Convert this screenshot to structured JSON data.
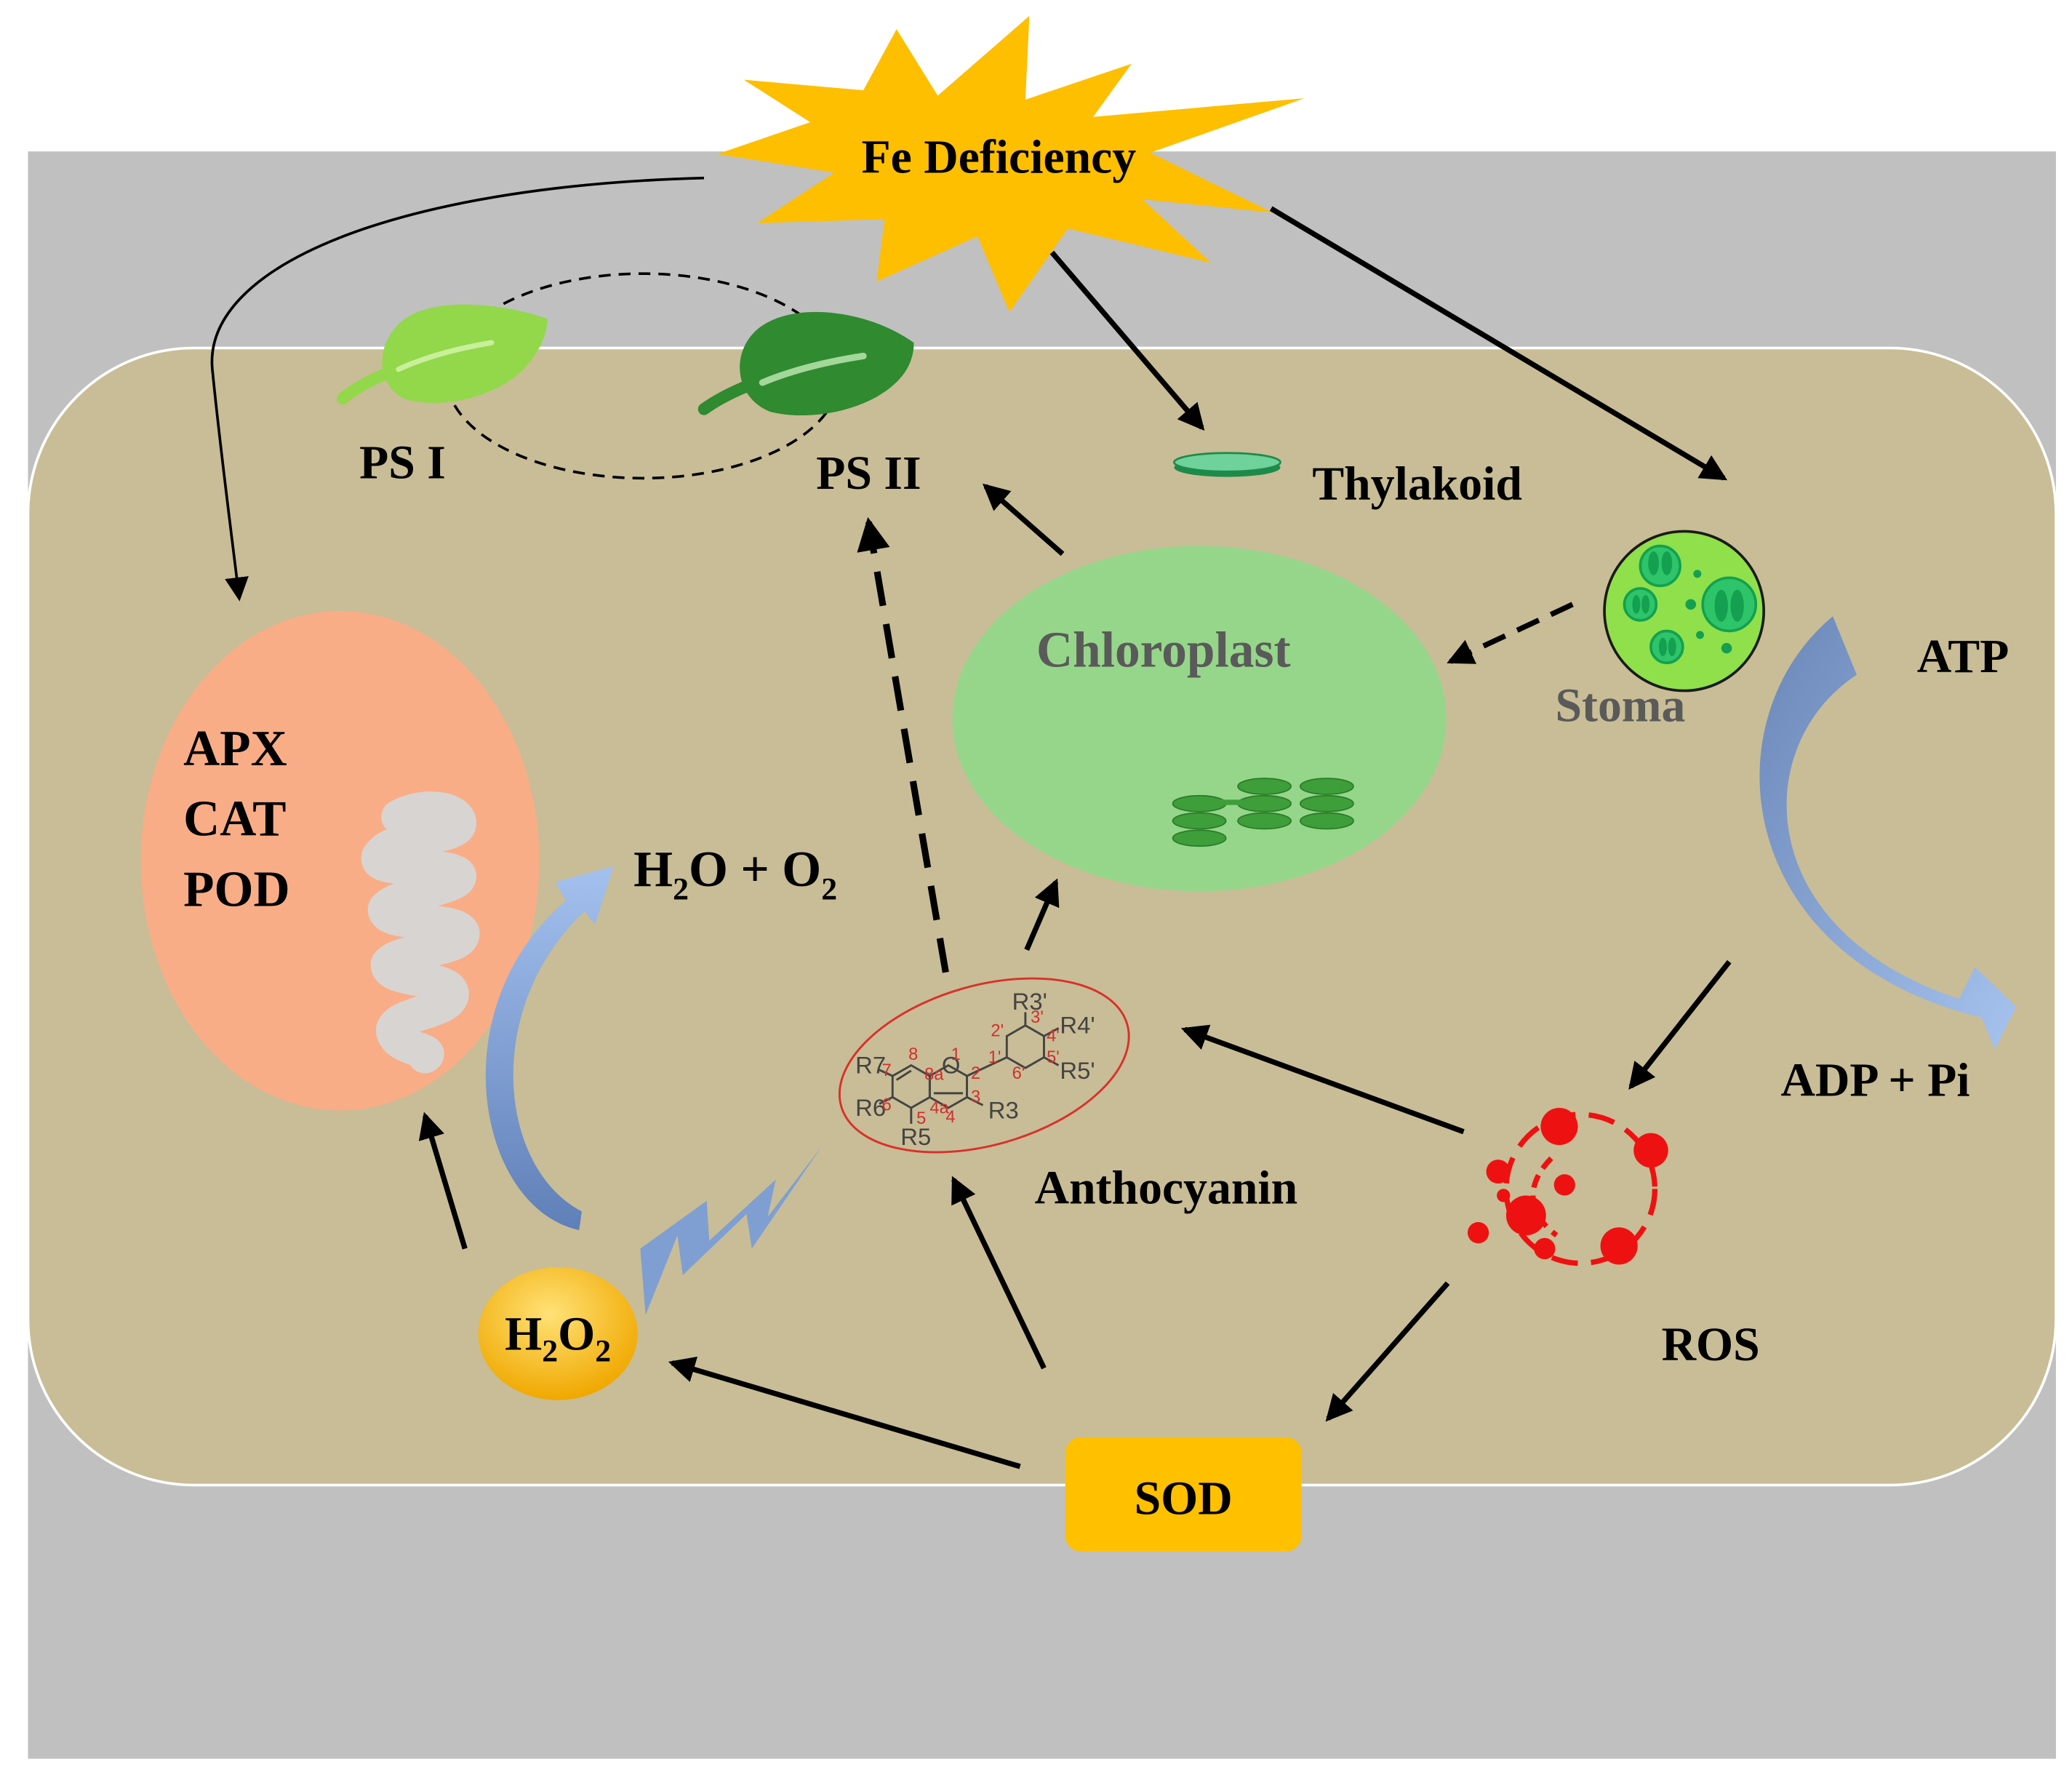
{
  "labels": {
    "fe_deficiency": "Fe Deficiency",
    "ps1": "PS I",
    "ps2": "PS II",
    "thylakoid": "Thylakoid",
    "chloroplast": "Chloroplast",
    "stoma": "Stoma",
    "atp": "ATP",
    "adp_pi": "ADP + Pi",
    "enzymes": [
      "APX",
      "CAT",
      "POD"
    ],
    "water_oxygen": {
      "h": "H",
      "sub1": "2",
      "mid": "O + O",
      "sub2": "2"
    },
    "hydrogen_peroxide": {
      "h": "H",
      "sub1": "2",
      "o": "O",
      "sub2": "2"
    },
    "anthocyanin": "Anthocyanin",
    "ros": "ROS",
    "sod": "SOD"
  },
  "molecule": {
    "r_groups": [
      "R3'",
      "R4'",
      "R5'",
      "R7",
      "R6",
      "R5",
      "R3"
    ],
    "atom_o": "O",
    "ring_numbers": [
      "1",
      "2",
      "3",
      "4",
      "4a",
      "5",
      "6",
      "7",
      "8",
      "8a",
      "1'",
      "2'",
      "3'",
      "4'",
      "5'",
      "6'"
    ]
  },
  "colors": {
    "background": "#c0c0c0",
    "cell": "#c8bd96",
    "sun": "#fdbf00",
    "chloroplast": "#96d68a",
    "mitochondrion": "#f9ad86",
    "sod_box": "#ffc000",
    "ros": "#ee1111",
    "blue_arrow": "#7f9fd2",
    "leaf_light": "#92d84a",
    "leaf_dark": "#2f8a30"
  }
}
